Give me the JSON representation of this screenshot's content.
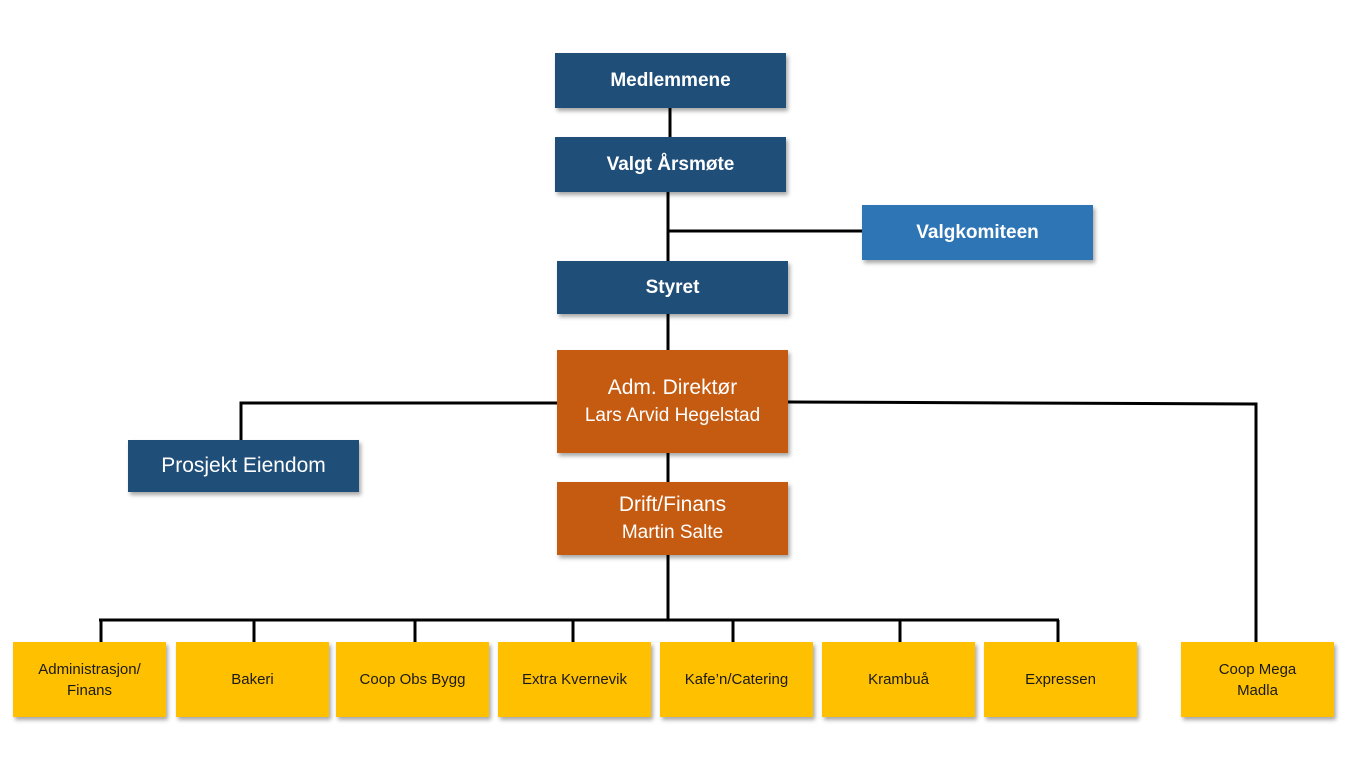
{
  "chart": {
    "top": [
      {
        "id": "medlemmene",
        "label": "Medlemmene"
      },
      {
        "id": "arsmote",
        "label": "Valgt Årsmøte"
      },
      {
        "id": "valgkomiteen",
        "label": "Valgkomiteen"
      },
      {
        "id": "styret",
        "label": "Styret"
      }
    ],
    "adm": {
      "title": "Adm. Direktør",
      "name": "Lars Arvid Hegelstad"
    },
    "prosjekt": {
      "label": "Prosjekt Eiendom"
    },
    "drift": {
      "title": "Drift/Finans",
      "name": "Martin Salte"
    },
    "units": [
      {
        "id": "admin",
        "lines": [
          "Administrasjon/",
          "Finans"
        ]
      },
      {
        "id": "bakeri",
        "lines": [
          "Bakeri"
        ]
      },
      {
        "id": "obs-bygg",
        "lines": [
          "Coop Obs Bygg"
        ]
      },
      {
        "id": "extra",
        "lines": [
          "Extra Kvernevik"
        ]
      },
      {
        "id": "kafe",
        "lines": [
          "Kafe’n/Catering"
        ]
      },
      {
        "id": "krambua",
        "lines": [
          "Krambuå"
        ]
      },
      {
        "id": "expressen",
        "lines": [
          "Expressen"
        ]
      }
    ],
    "mega": {
      "lines": [
        "Coop Mega",
        "Madla"
      ]
    }
  },
  "colors": {
    "navy": "#1f4e79",
    "blue": "#2e75b6",
    "orange": "#c55a11",
    "yellow": "#ffc000",
    "line": "#000000"
  }
}
